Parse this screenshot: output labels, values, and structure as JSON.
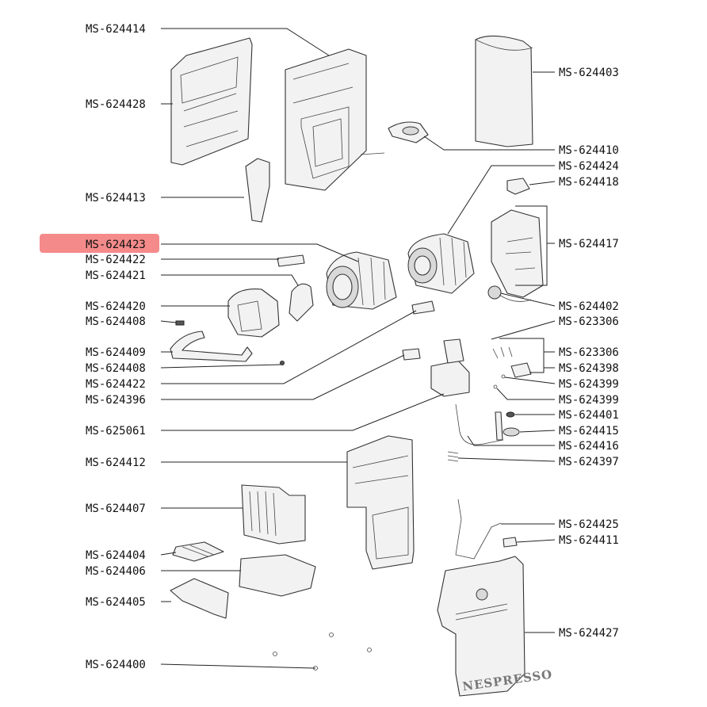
{
  "highlight_color": "#f58a8a",
  "highlighted_label": "MS-624423",
  "labels_left": [
    "MS-624414",
    "MS-624428",
    "MS-624413",
    "MS-624423",
    "MS-624422",
    "MS-624421",
    "MS-624420",
    "MS-624408",
    "MS-624409",
    "MS-624408",
    "MS-624422",
    "MS-624396",
    "MS-625061",
    "MS-624412",
    "MS-624407",
    "MS-624404",
    "MS-624406",
    "MS-624405",
    "MS-624400"
  ],
  "labels_right": [
    "MS-624403",
    "MS-624410",
    "MS-624424",
    "MS-624418",
    "MS-624417",
    "MS-624402",
    "MS-623306",
    "MS-623306",
    "MS-624398",
    "MS-624399",
    "MS-624399",
    "MS-624401",
    "MS-624415",
    "MS-624416",
    "MS-624397",
    "MS-624425",
    "MS-624411",
    "MS-624427"
  ],
  "brand_text": "NESPRESSO"
}
